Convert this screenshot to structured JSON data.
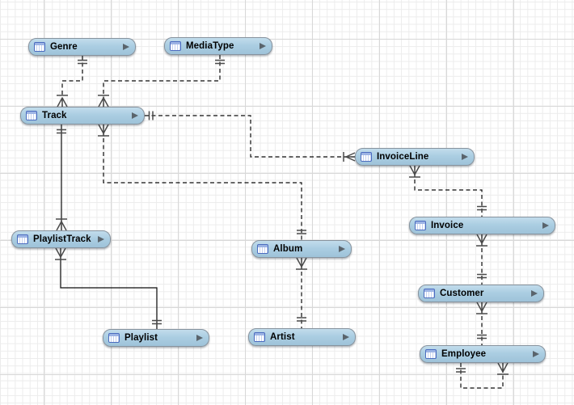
{
  "diagram": {
    "type": "entity-relationship-diagram",
    "notation": "crows-foot",
    "background": "grid-paper"
  },
  "entities": [
    {
      "name": "Genre"
    },
    {
      "name": "MediaType"
    },
    {
      "name": "Track"
    },
    {
      "name": "InvoiceLine"
    },
    {
      "name": "Invoice"
    },
    {
      "name": "PlaylistTrack"
    },
    {
      "name": "Album"
    },
    {
      "name": "Customer"
    },
    {
      "name": "Playlist"
    },
    {
      "name": "Artist"
    },
    {
      "name": "Employee"
    }
  ],
  "relationships": [
    {
      "from": "Genre",
      "to": "Track",
      "from_end": "one",
      "to_end": "many",
      "line": "dashed"
    },
    {
      "from": "MediaType",
      "to": "Track",
      "from_end": "one",
      "to_end": "many",
      "line": "dashed"
    },
    {
      "from": "Track",
      "to": "InvoiceLine",
      "from_end": "one",
      "to_end": "many",
      "line": "dashed"
    },
    {
      "from": "Track",
      "to": "PlaylistTrack",
      "from_end": "one",
      "to_end": "many",
      "line": "solid"
    },
    {
      "from": "Album",
      "to": "Track",
      "from_end": "one",
      "to_end": "many",
      "line": "dashed"
    },
    {
      "from": "Playlist",
      "to": "PlaylistTrack",
      "from_end": "one",
      "to_end": "many",
      "line": "solid"
    },
    {
      "from": "Artist",
      "to": "Album",
      "from_end": "one",
      "to_end": "many",
      "line": "dashed"
    },
    {
      "from": "Invoice",
      "to": "InvoiceLine",
      "from_end": "one",
      "to_end": "many",
      "line": "dashed"
    },
    {
      "from": "Customer",
      "to": "Invoice",
      "from_end": "one",
      "to_end": "many",
      "line": "dashed"
    },
    {
      "from": "Employee",
      "to": "Customer",
      "from_end": "one",
      "to_end": "many",
      "line": "dashed"
    },
    {
      "from": "Employee",
      "to": "Employee",
      "from_end": "one",
      "to_end": "many",
      "line": "dashed",
      "self_reference": true
    }
  ],
  "icons": {
    "entity_icon": "table-icon",
    "entity_action": "disclosure-triangle-icon"
  },
  "colors": {
    "entity_fill_top": "#c2dcec",
    "entity_fill_bottom": "#9ec3d9",
    "entity_border": "#87939e",
    "entity_icon_blue": "#4a6bbf",
    "line": "#0c0c0c",
    "marker": "#4a4a4a",
    "grid_minor": "#ececec",
    "grid_major": "#d8d8d8",
    "canvas": "#ffffff"
  }
}
